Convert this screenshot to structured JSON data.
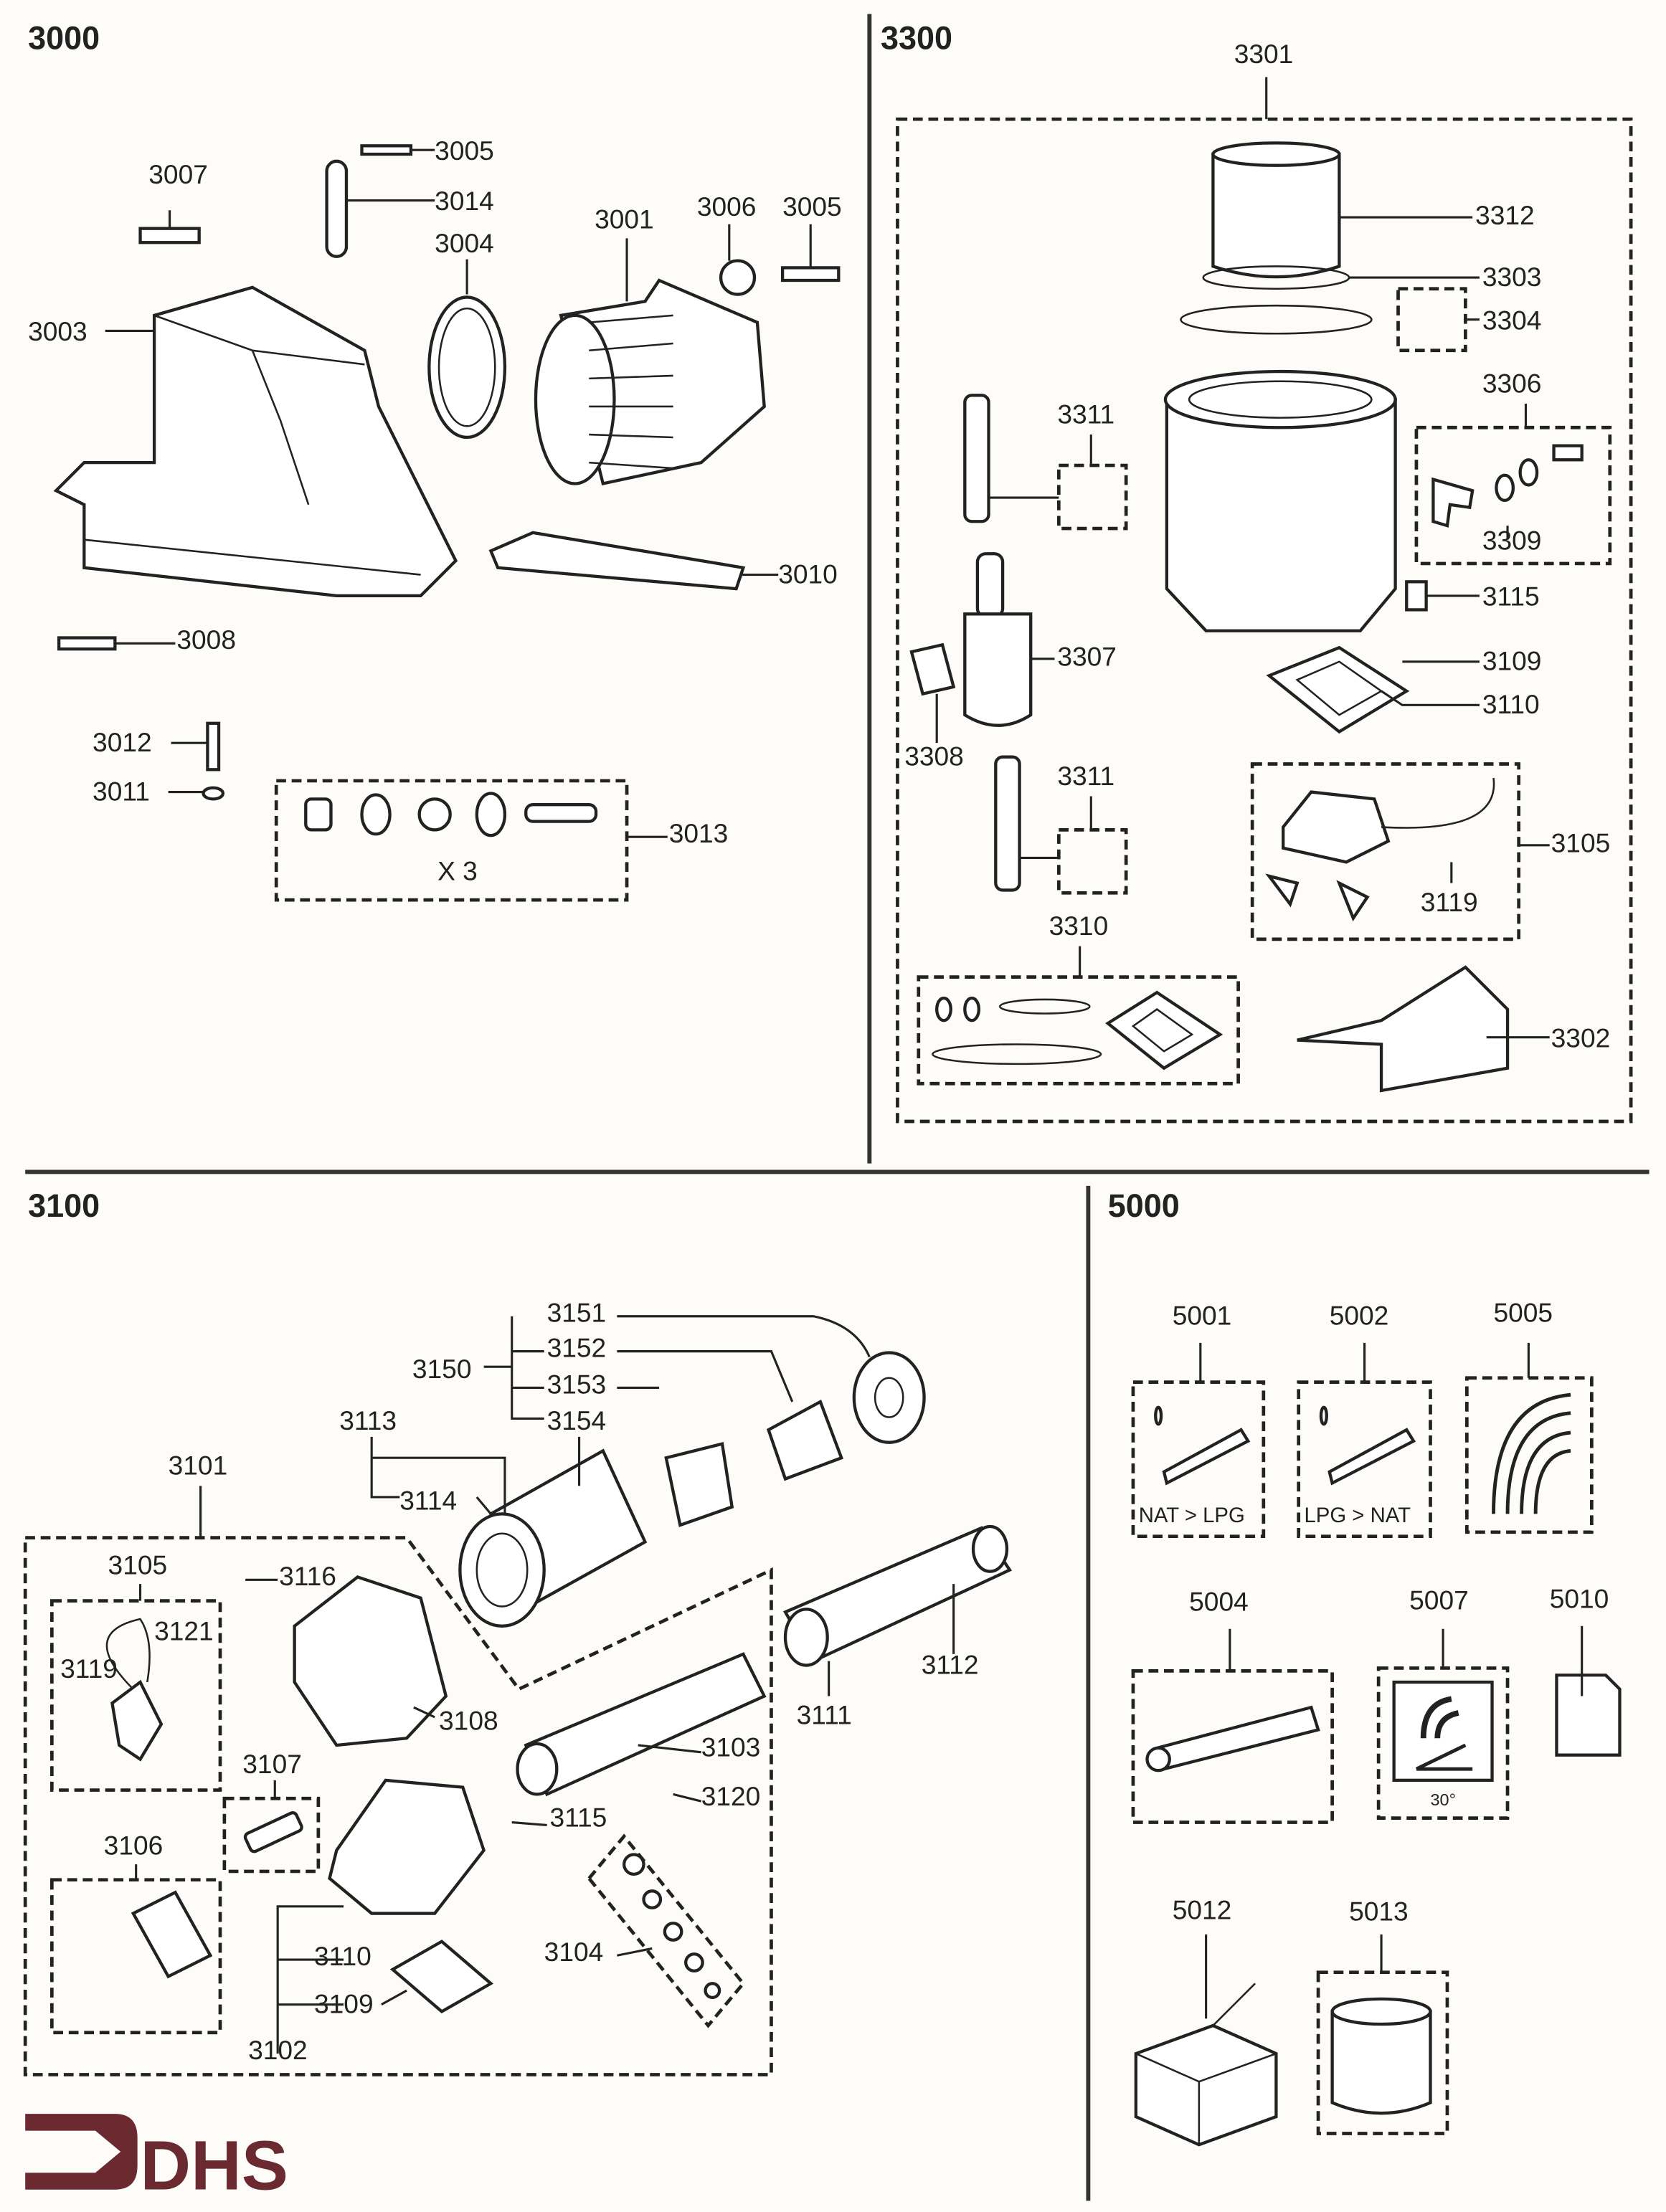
{
  "logo": {
    "text": "DHS",
    "color": "#6b2a2f"
  },
  "sections": {
    "s3000": {
      "title": "3000",
      "labels": [
        "3007",
        "3005",
        "3014",
        "3004",
        "3001",
        "3006",
        "3005",
        "3003",
        "3010",
        "3008",
        "3012",
        "3011",
        "3013"
      ],
      "qty": "X 3"
    },
    "s3300": {
      "title": "3300",
      "labels": [
        "3301",
        "3312",
        "3303",
        "3304",
        "3306",
        "3311",
        "3309",
        "3115",
        "3307",
        "3109",
        "3110",
        "3308",
        "3311",
        "3105",
        "3119",
        "3310",
        "3302"
      ]
    },
    "s3100": {
      "title": "3100",
      "labels": [
        "3151",
        "3152",
        "3150",
        "3153",
        "3154",
        "3113",
        "3101",
        "3114",
        "3105",
        "3116",
        "3121",
        "3119",
        "3112",
        "3108",
        "3111",
        "3103",
        "3107",
        "3120",
        "3115",
        "3106",
        "3104",
        "3110",
        "3109",
        "3102"
      ]
    },
    "s5000": {
      "title": "5000",
      "labels": [
        "5001",
        "5002",
        "5005",
        "5004",
        "5007",
        "5010",
        "5012",
        "5013"
      ],
      "captions": [
        "NAT > LPG",
        "LPG > NAT",
        "30°"
      ]
    }
  },
  "colors": {
    "ink": "#222222",
    "paper": "#fdfcf9",
    "logo": "#6b2a2f"
  }
}
